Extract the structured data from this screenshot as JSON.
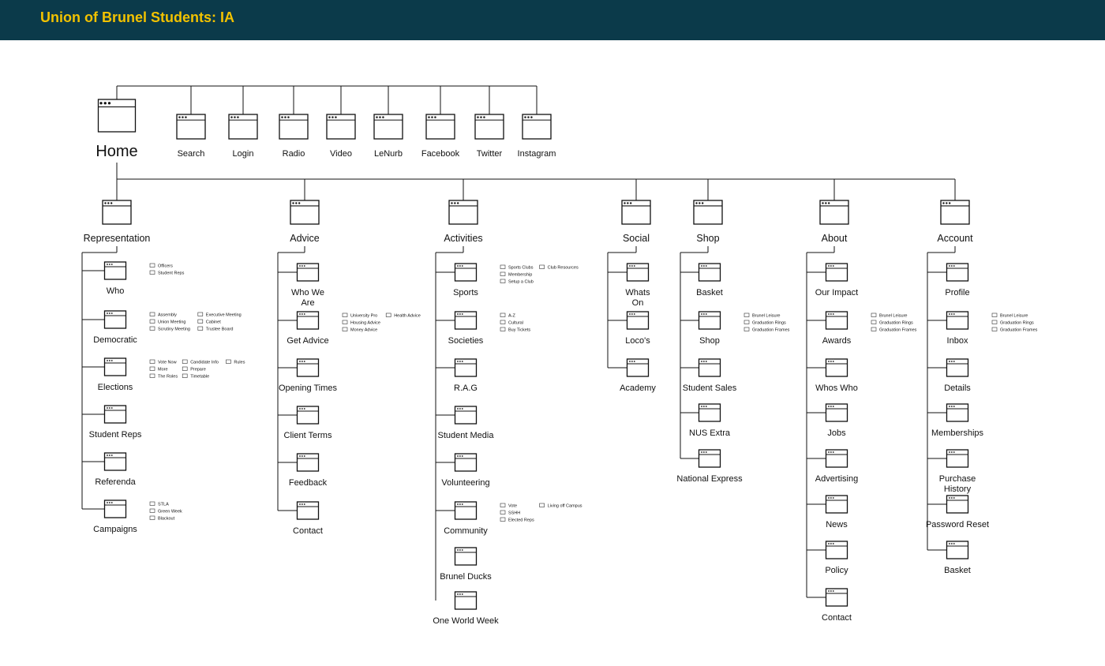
{
  "header": {
    "title": "Union of Brunel Students: IA",
    "bg": "#0b3a4a",
    "color": "#f2c200"
  },
  "tree": {
    "home": {
      "label": "Home"
    },
    "utilities": [
      "Search",
      "Login",
      "Radio",
      "Video",
      "LeNurb",
      "Facebook",
      "Twitter",
      "Instagram"
    ],
    "sections": [
      {
        "label": "Representation",
        "children": [
          {
            "label": [
              "Who"
            ],
            "notes": [
              [
                "Officers",
                "Student Reps"
              ]
            ]
          },
          {
            "label": [
              "Democratic"
            ],
            "notes": [
              [
                "Assembly",
                "Union Meeting",
                "Scrutiny Meeting"
              ],
              [
                "Executive Meeting",
                "Cabinet",
                "Trustee Board"
              ]
            ]
          },
          {
            "label": [
              "Elections"
            ],
            "notes": [
              [
                "Vote Now",
                "More",
                "The Roles"
              ],
              [
                "Candidate Info",
                "Prepare",
                "Timetable"
              ],
              [
                "Rules"
              ]
            ]
          },
          {
            "label": [
              "Student Reps"
            ],
            "notes": []
          },
          {
            "label": [
              "Referenda"
            ],
            "notes": []
          },
          {
            "label": [
              "Campaigns"
            ],
            "notes": [
              [
                "STLA",
                "Green Week",
                "Blackout"
              ]
            ]
          }
        ]
      },
      {
        "label": "Advice",
        "children": [
          {
            "label": [
              "Who We",
              "Are"
            ],
            "notes": []
          },
          {
            "label": [
              "Get Advice"
            ],
            "notes": [
              [
                "University Pro",
                "Housing Advice",
                "Money Advice"
              ],
              [
                "Health Advice"
              ]
            ]
          },
          {
            "label": [
              "Opening Times"
            ],
            "notes": []
          },
          {
            "label": [
              "Client Terms"
            ],
            "notes": []
          },
          {
            "label": [
              "Feedback"
            ],
            "notes": []
          },
          {
            "label": [
              "Contact"
            ],
            "notes": []
          }
        ]
      },
      {
        "label": "Activities",
        "children": [
          {
            "label": [
              "Sports"
            ],
            "notes": [
              [
                "Sports Clubs",
                "Membership",
                "Setup a Club"
              ],
              [
                "Club Resources"
              ]
            ]
          },
          {
            "label": [
              "Societies"
            ],
            "notes": [
              [
                "A-Z",
                "Cultural",
                "Buy Tickets"
              ]
            ]
          },
          {
            "label": [
              "R.A.G"
            ],
            "notes": []
          },
          {
            "label": [
              "Student Media"
            ],
            "notes": []
          },
          {
            "label": [
              "Volunteering"
            ],
            "notes": []
          },
          {
            "label": [
              "Community"
            ],
            "notes": [
              [
                "Vote",
                "SSHH",
                "Elected Reps"
              ],
              [
                "Living off Campus"
              ]
            ]
          },
          {
            "label": [
              "Brunel Ducks"
            ],
            "notes": []
          },
          {
            "label": [
              "One World Week"
            ],
            "notes": []
          }
        ]
      },
      {
        "label": "Social",
        "children": [
          {
            "label": [
              "Whats",
              "On"
            ],
            "notes": []
          },
          {
            "label": [
              "Loco's"
            ],
            "notes": []
          },
          {
            "label": [
              "Academy"
            ],
            "notes": []
          }
        ]
      },
      {
        "label": "Shop",
        "children": [
          {
            "label": [
              "Basket"
            ],
            "notes": []
          },
          {
            "label": [
              "Shop"
            ],
            "notes": [
              [
                "Brunel Leisure",
                "Graduation Rings",
                "Graduation Frames"
              ]
            ]
          },
          {
            "label": [
              "Student Sales"
            ],
            "notes": []
          },
          {
            "label": [
              "NUS Extra"
            ],
            "notes": []
          },
          {
            "label": [
              "National Express"
            ],
            "notes": []
          }
        ]
      },
      {
        "label": "About",
        "children": [
          {
            "label": [
              "Our Impact"
            ],
            "notes": []
          },
          {
            "label": [
              "Awards"
            ],
            "notes": [
              [
                "Brunel Leisure",
                "Graduation Rings",
                "Graduation Frames"
              ]
            ]
          },
          {
            "label": [
              "Whos Who"
            ],
            "notes": []
          },
          {
            "label": [
              "Jobs"
            ],
            "notes": []
          },
          {
            "label": [
              "Advertising"
            ],
            "notes": []
          },
          {
            "label": [
              "News"
            ],
            "notes": []
          },
          {
            "label": [
              "Policy"
            ],
            "notes": []
          },
          {
            "label": [
              "Contact"
            ],
            "notes": []
          }
        ]
      },
      {
        "label": "Account",
        "children": [
          {
            "label": [
              "Profile"
            ],
            "notes": []
          },
          {
            "label": [
              "Inbox"
            ],
            "notes": [
              [
                "Brunel Leisure",
                "Graduation Rings",
                "Graduation Frames"
              ]
            ]
          },
          {
            "label": [
              "Details"
            ],
            "notes": []
          },
          {
            "label": [
              "Memberships"
            ],
            "notes": []
          },
          {
            "label": [
              "Purchase",
              "History"
            ],
            "notes": []
          },
          {
            "label": [
              "Password Reset"
            ],
            "notes": []
          },
          {
            "label": [
              "Basket"
            ],
            "notes": []
          }
        ]
      }
    ]
  }
}
